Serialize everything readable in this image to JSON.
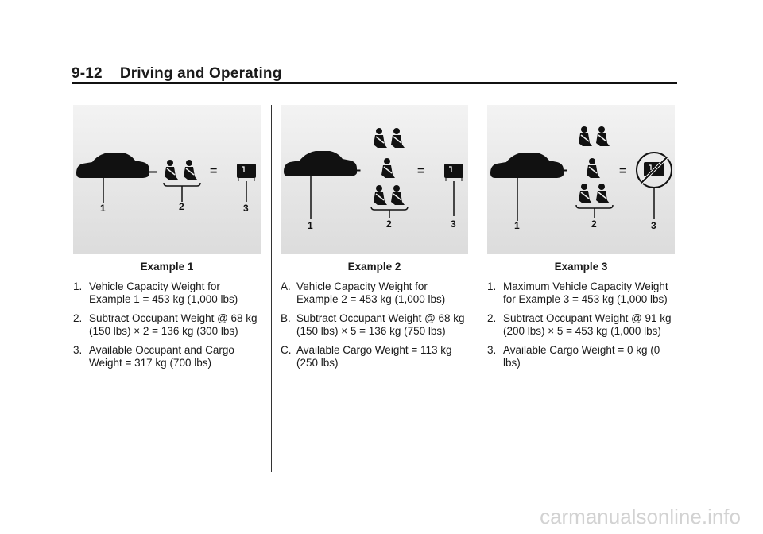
{
  "header": {
    "page_number": "9-12",
    "title": "Driving and Operating"
  },
  "examples": [
    {
      "caption": "Example 1",
      "callouts": [
        "1",
        "2",
        "3"
      ],
      "items": [
        {
          "marker": "1.",
          "text": "Vehicle Capacity Weight for Example 1 = 453 kg (1,000 lbs)"
        },
        {
          "marker": "2.",
          "text": "Subtract Occupant Weight @ 68 kg (150 lbs) × 2 = 136 kg (300 lbs)"
        },
        {
          "marker": "3.",
          "text": "Available Occupant and Cargo Weight = 317 kg (700 lbs)"
        }
      ]
    },
    {
      "caption": "Example 2",
      "callouts": [
        "1",
        "2",
        "3"
      ],
      "items": [
        {
          "marker": "A.",
          "text": "Vehicle Capacity Weight for Example 2 = 453 kg (1,000 lbs)"
        },
        {
          "marker": "B.",
          "text": "Subtract Occupant Weight @ 68 kg (150 lbs) × 5 = 136 kg (750 lbs)"
        },
        {
          "marker": "C.",
          "text": "Available Cargo Weight = 113 kg (250 lbs)"
        }
      ]
    },
    {
      "caption": "Example 3",
      "callouts": [
        "1",
        "2",
        "3"
      ],
      "items": [
        {
          "marker": "1.",
          "text": "Maximum Vehicle Capacity Weight for Example 3 = 453 kg (1,000 lbs)"
        },
        {
          "marker": "2.",
          "text": "Subtract Occupant Weight @ 91 kg (200 lbs) × 5 = 453 kg (1,000 lbs)"
        },
        {
          "marker": "3.",
          "text": "Available Cargo Weight = 0 kg (0 lbs)"
        }
      ]
    }
  ],
  "figure_symbols": {
    "minus": "–",
    "equals": "="
  },
  "watermark": "carmanualsonline.info"
}
